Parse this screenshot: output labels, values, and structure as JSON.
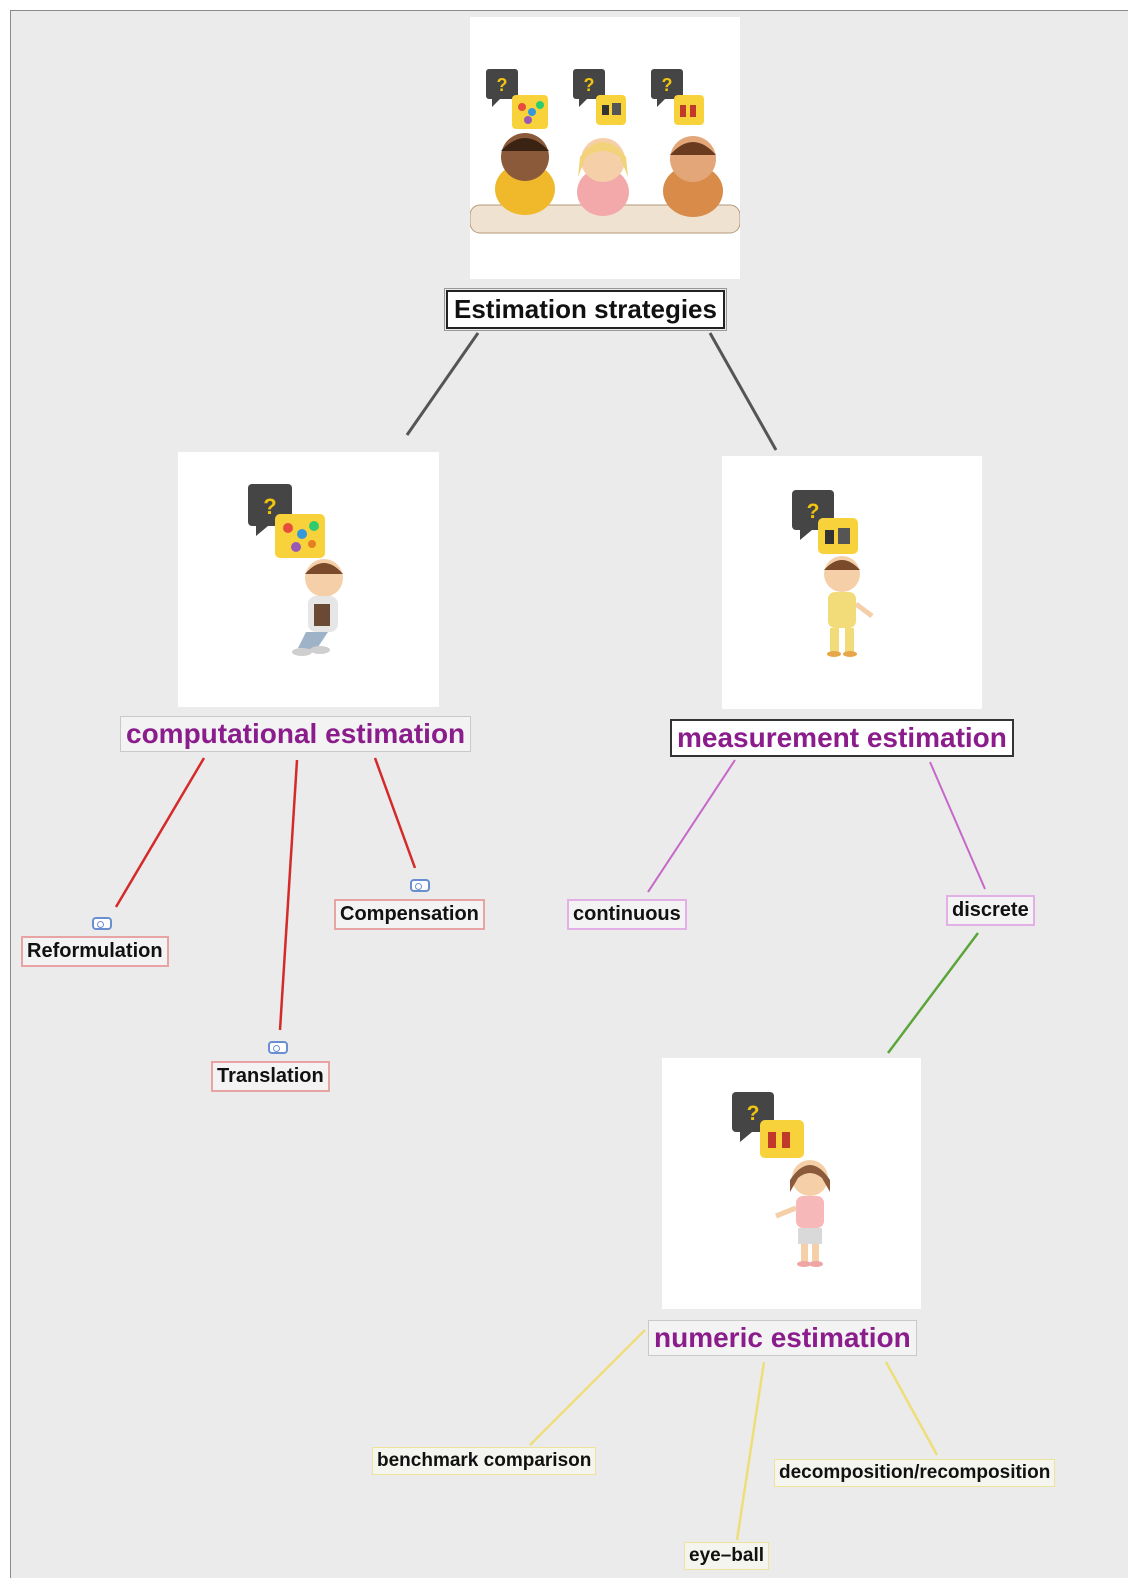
{
  "root": {
    "label": "Estimation strategies",
    "illustration": "three-children-thinking"
  },
  "branches": [
    {
      "label": "computational estimation",
      "illustration": "boy-with-tablet-thinking",
      "children": [
        "Reformulation",
        "Translation",
        "Compensation"
      ],
      "link_color": "#d42a2a"
    },
    {
      "label": "measurement estimation",
      "illustration": "boy-in-yellow-thinking",
      "children": [
        "continuous",
        "discrete"
      ],
      "link_color": "#c767c9"
    }
  ],
  "sub_branch": {
    "label": "numeric estimation",
    "illustration": "girl-in-pink-thinking",
    "parent": "discrete",
    "link_color": "#5aa63a",
    "children": [
      "benchmark comparison",
      "eye–ball",
      "decomposition/recomposition"
    ],
    "children_link_color": "#eede7a"
  },
  "colors": {
    "background": "#ebebeb",
    "main_node_text": "#8a1c8c",
    "root_link": "#555555"
  },
  "icons": [
    "question-bubble-icon",
    "idea-bubble-icon",
    "note-tag-icon"
  ]
}
